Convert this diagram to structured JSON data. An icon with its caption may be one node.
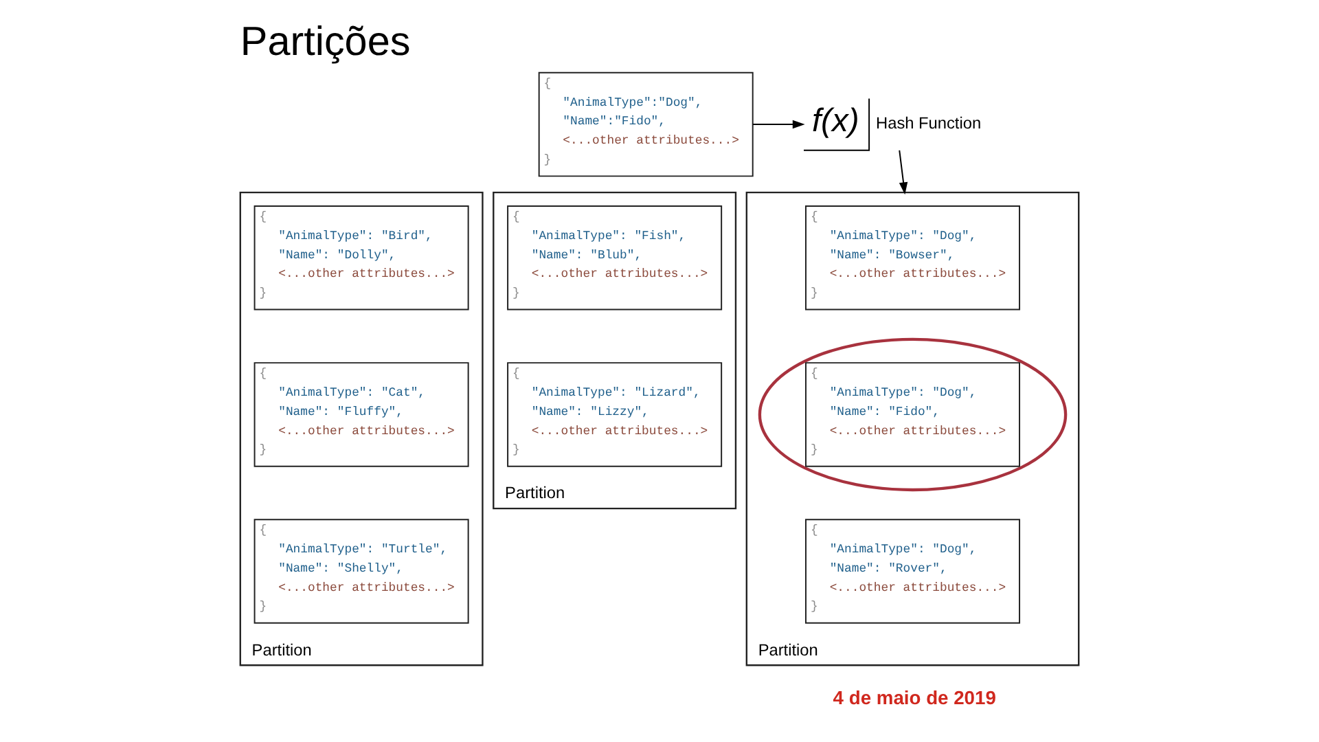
{
  "diagram": {
    "title": "Partições",
    "nodes": [
      {
        "text": [
          "{",
          "\"AnimalType\":\"Dog\",",
          "\"Name\":\"Fido\",",
          "<...other attributes...>",
          "}"
        ]
      },
      {
        "text": [
          "f(x)",
          "Hash Function"
        ]
      },
      {
        "text": [
          "Partition"
        ]
      },
      {
        "text": [
          "{",
          "\"AnimalType\": \"Bird\",",
          "\"Name\": \"Dolly\",",
          "<...other attributes...>",
          "}"
        ],
        "in": 2
      },
      {
        "text": [
          "{",
          "\"AnimalType\": \"Cat\",",
          "\"Name\": \"Fluffy\",",
          "<...other attributes...>",
          "}"
        ],
        "in": 2
      },
      {
        "text": [
          "{",
          "\"AnimalType\": \"Turtle\",",
          "\"Name\": \"Shelly\",",
          "<...other attributes...>",
          "}"
        ],
        "in": 2
      },
      {
        "text": [
          "Partition"
        ]
      },
      {
        "text": [
          "{",
          "\"AnimalType\": \"Fish\",",
          "\"Name\": \"Blub\",",
          "<...other attributes...>",
          "}"
        ],
        "in": 6
      },
      {
        "text": [
          "{",
          "\"AnimalType\": \"Lizard\",",
          "\"Name\": \"Lizzy\",",
          "<...other attributes...>",
          "}"
        ],
        "in": 6
      },
      {
        "text": [
          "Partition"
        ]
      },
      {
        "text": [
          "{",
          "\"AnimalType\": \"Dog\",",
          "\"Name\": \"Bowser\",",
          "<...other attributes...>",
          "}"
        ],
        "in": 9
      },
      {
        "text": [
          "{",
          "\"AnimalType\": \"Dog\",",
          "\"Name\": \"Fido\",",
          "<...other attributes...>",
          "}"
        ],
        "in": 9
      },
      {
        "text": [
          "{",
          "\"AnimalType\": \"Dog\",",
          "\"Name\": \"Rover\",",
          "<...other attributes...>",
          "}"
        ],
        "in": 9
      }
    ],
    "edges": [
      {
        "from": 0,
        "to": 1,
        "arrow": "to"
      },
      {
        "from": 1,
        "to": 9,
        "arrow": "to"
      }
    ],
    "labels": [
      "4 de maio de 2019"
    ]
  }
}
